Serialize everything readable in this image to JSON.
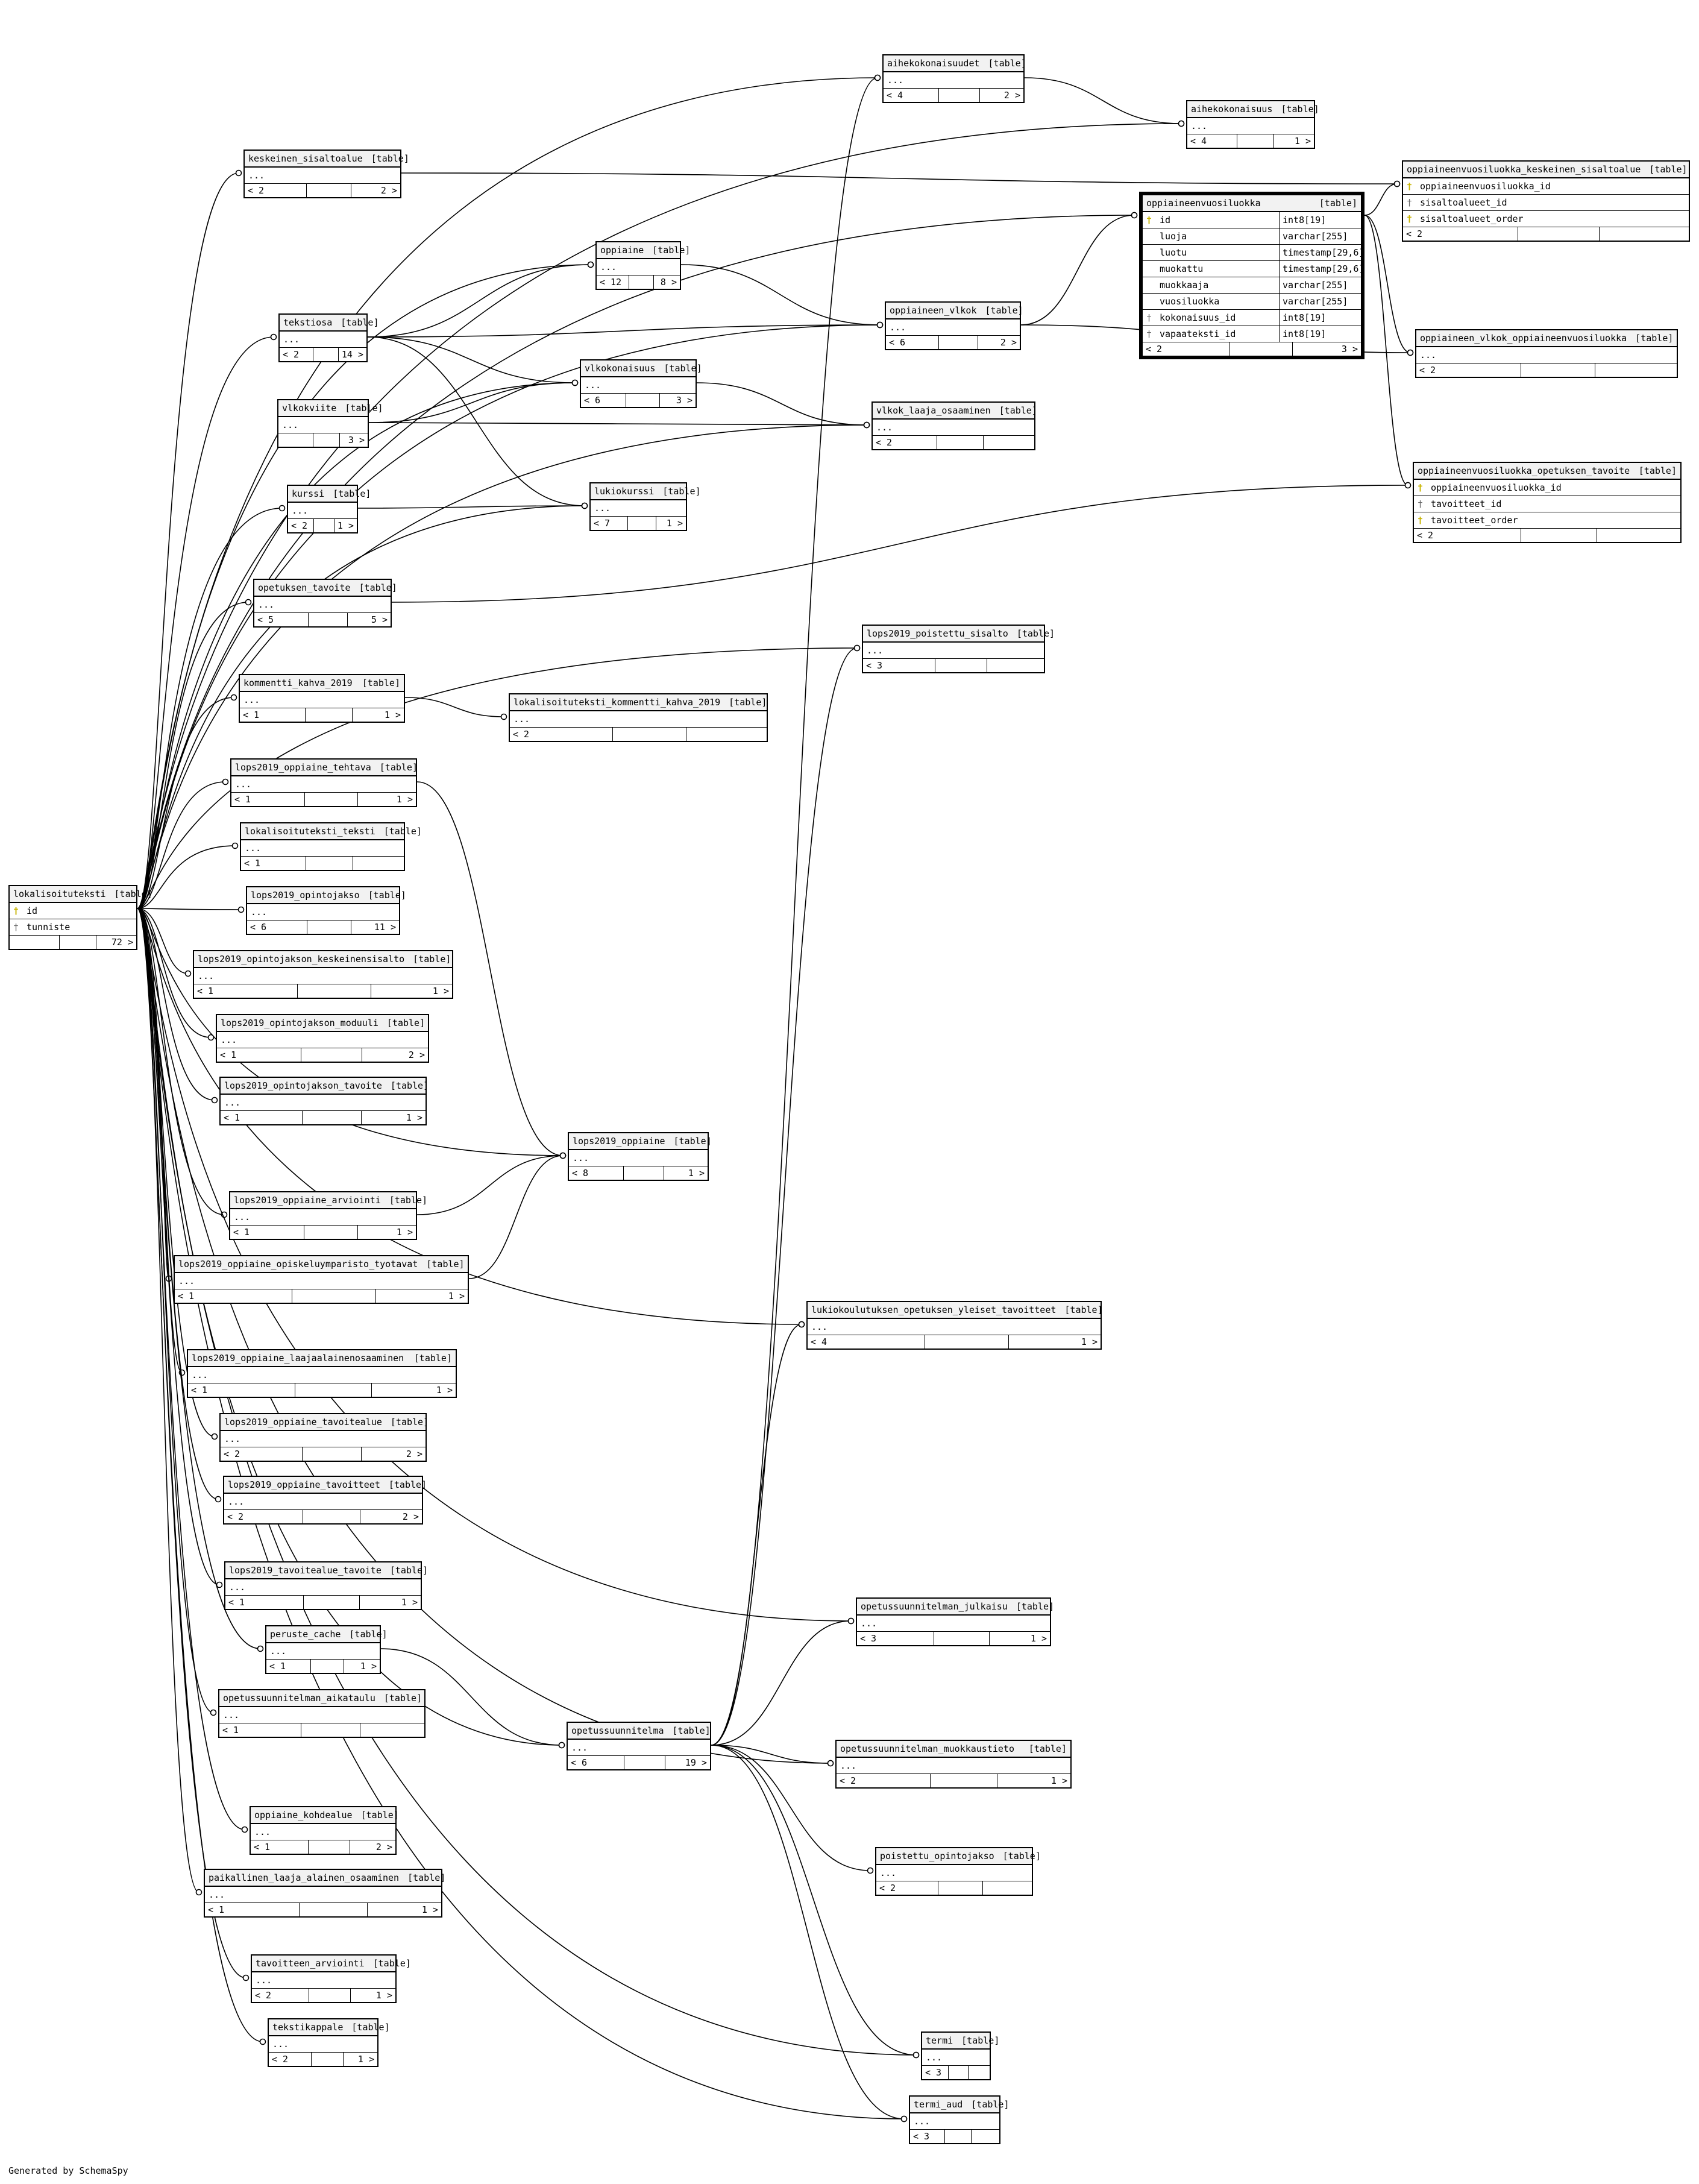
{
  "tag": "[table]",
  "ellipsis": "...",
  "footer": "Generated by SchemaSpy",
  "tables": [
    {
      "id": "aihekokonaisuudet",
      "name": "aihekokonaisuudet",
      "children": "< 4",
      "parents": "2 >"
    },
    {
      "id": "aihekokonaisuus",
      "name": "aihekokonaisuus",
      "children": "< 4",
      "parents": "1 >"
    },
    {
      "id": "keskeinen_sisaltoalue",
      "name": "keskeinen_sisaltoalue",
      "children": "< 2",
      "parents": "2 >"
    },
    {
      "id": "oppiaineenvuosiluokka_keskeinen_sisaltoalue",
      "name": "oppiaineenvuosiluokka_keskeinen_sisaltoalue",
      "children": "< 2",
      "parents": "",
      "columns": [
        {
          "name": "oppiaineenvuosiluokka_id",
          "key": "pkfk"
        },
        {
          "name": "sisaltoalueet_id",
          "key": "fk"
        },
        {
          "name": "sisaltoalueet_order",
          "key": "pk"
        }
      ]
    },
    {
      "id": "oppiaineenvuosiluokka",
      "name": "oppiaineenvuosiluokka",
      "children": "< 2",
      "parents": "3 >",
      "focus": true,
      "columns": [
        {
          "name": "id",
          "type": "int8[19]",
          "key": "pk"
        },
        {
          "name": "luoja",
          "type": "varchar[255]",
          "key": ""
        },
        {
          "name": "luotu",
          "type": "timestamp[29,6]",
          "key": ""
        },
        {
          "name": "muokattu",
          "type": "timestamp[29,6]",
          "key": ""
        },
        {
          "name": "muokkaaja",
          "type": "varchar[255]",
          "key": ""
        },
        {
          "name": "vuosiluokka",
          "type": "varchar[255]",
          "key": ""
        },
        {
          "name": "kokonaisuus_id",
          "type": "int8[19]",
          "key": "fk"
        },
        {
          "name": "vapaateksti_id",
          "type": "int8[19]",
          "key": "fk"
        }
      ]
    },
    {
      "id": "oppiaine",
      "name": "oppiaine",
      "children": "< 12",
      "parents": "8 >"
    },
    {
      "id": "tekstiosa",
      "name": "tekstiosa",
      "children": "< 2",
      "parents": "14 >"
    },
    {
      "id": "oppiaineen_vlkok",
      "name": "oppiaineen_vlkok",
      "children": "< 6",
      "parents": "2 >"
    },
    {
      "id": "oppiaineen_vlkok_oppiaineenvuosiluokka",
      "name": "oppiaineen_vlkok_oppiaineenvuosiluokka",
      "children": "< 2",
      "parents": ""
    },
    {
      "id": "vlkokonaisuus",
      "name": "vlkokonaisuus",
      "children": "< 6",
      "parents": "3 >"
    },
    {
      "id": "vlkokviite",
      "name": "vlkokviite",
      "children": "",
      "parents": "3 >"
    },
    {
      "id": "vlkok_laaja_osaaminen",
      "name": "vlkok_laaja_osaaminen",
      "children": "< 2",
      "parents": ""
    },
    {
      "id": "oppiaineenvuosiluokka_opetuksen_tavoite",
      "name": "oppiaineenvuosiluokka_opetuksen_tavoite",
      "children": "< 2",
      "parents": "",
      "columns": [
        {
          "name": "oppiaineenvuosiluokka_id",
          "key": "pkfk"
        },
        {
          "name": "tavoitteet_id",
          "key": "fk"
        },
        {
          "name": "tavoitteet_order",
          "key": "pk"
        }
      ]
    },
    {
      "id": "kurssi",
      "name": "kurssi",
      "children": "< 2",
      "parents": "1 >"
    },
    {
      "id": "lukiokurssi",
      "name": "lukiokurssi",
      "children": "< 7",
      "parents": "1 >"
    },
    {
      "id": "opetuksen_tavoite",
      "name": "opetuksen_tavoite",
      "children": "< 5",
      "parents": "5 >"
    },
    {
      "id": "lops2019_poistettu_sisalto",
      "name": "lops2019_poistettu_sisalto",
      "children": "< 3",
      "parents": ""
    },
    {
      "id": "kommentti_kahva_2019",
      "name": "kommentti_kahva_2019",
      "children": "< 1",
      "parents": "1 >"
    },
    {
      "id": "lokalisoituteksti_kommentti_kahva_2019",
      "name": "lokalisoituteksti_kommentti_kahva_2019",
      "children": "< 2",
      "parents": ""
    },
    {
      "id": "lops2019_oppiaine_tehtava",
      "name": "lops2019_oppiaine_tehtava",
      "children": "< 1",
      "parents": "1 >"
    },
    {
      "id": "lokalisoituteksti_teksti",
      "name": "lokalisoituteksti_teksti",
      "children": "< 1",
      "parents": ""
    },
    {
      "id": "lokalisoituteksti",
      "name": "lokalisoituteksti",
      "children": "",
      "parents": "72 >",
      "columns": [
        {
          "name": "id",
          "key": "pk"
        },
        {
          "name": "tunniste",
          "key": "fk"
        }
      ]
    },
    {
      "id": "lops2019_opintojakso",
      "name": "lops2019_opintojakso",
      "children": "< 6",
      "parents": "11 >"
    },
    {
      "id": "lops2019_opintojakson_keskeinensisalto",
      "name": "lops2019_opintojakson_keskeinensisalto",
      "children": "< 1",
      "parents": "1 >"
    },
    {
      "id": "lops2019_opintojakson_moduuli",
      "name": "lops2019_opintojakson_moduuli",
      "children": "< 1",
      "parents": "2 >"
    },
    {
      "id": "lops2019_opintojakson_tavoite",
      "name": "lops2019_opintojakson_tavoite",
      "children": "< 1",
      "parents": "1 >"
    },
    {
      "id": "lops2019_oppiaine",
      "name": "lops2019_oppiaine",
      "children": "< 8",
      "parents": "1 >"
    },
    {
      "id": "lops2019_oppiaine_arviointi",
      "name": "lops2019_oppiaine_arviointi",
      "children": "< 1",
      "parents": "1 >"
    },
    {
      "id": "lops2019_oppiaine_opiskeluymparisto_tyotavat",
      "name": "lops2019_oppiaine_opiskeluymparisto_tyotavat",
      "children": "< 1",
      "parents": "1 >"
    },
    {
      "id": "lukiokoulutuksen_opetuksen_yleiset_tavoitteet",
      "name": "lukiokoulutuksen_opetuksen_yleiset_tavoitteet",
      "children": "< 4",
      "parents": "1 >"
    },
    {
      "id": "lops2019_oppiaine_laajaalainenosaaminen",
      "name": "lops2019_oppiaine_laajaalainenosaaminen",
      "children": "< 1",
      "parents": "1 >"
    },
    {
      "id": "lops2019_oppiaine_tavoitealue",
      "name": "lops2019_oppiaine_tavoitealue",
      "children": "< 2",
      "parents": "2 >"
    },
    {
      "id": "lops2019_oppiaine_tavoitteet",
      "name": "lops2019_oppiaine_tavoitteet",
      "children": "< 2",
      "parents": "2 >"
    },
    {
      "id": "lops2019_tavoitealue_tavoite",
      "name": "lops2019_tavoitealue_tavoite",
      "children": "< 1",
      "parents": "1 >"
    },
    {
      "id": "opetussuunnitelman_julkaisu",
      "name": "opetussuunnitelman_julkaisu",
      "children": "< 3",
      "parents": "1 >"
    },
    {
      "id": "peruste_cache",
      "name": "peruste_cache",
      "children": "< 1",
      "parents": "1 >"
    },
    {
      "id": "opetussuunnitelman_aikataulu",
      "name": "opetussuunnitelman_aikataulu",
      "children": "< 1",
      "parents": ""
    },
    {
      "id": "opetussuunnitelma",
      "name": "opetussuunnitelma",
      "children": "< 6",
      "parents": "19 >"
    },
    {
      "id": "opetussuunnitelman_muokkaustieto",
      "name": "opetussuunnitelman_muokkaustieto",
      "children": "< 2",
      "parents": "1 >"
    },
    {
      "id": "oppiaine_kohdealue",
      "name": "oppiaine_kohdealue",
      "children": "< 1",
      "parents": "2 >"
    },
    {
      "id": "poistettu_opintojakso",
      "name": "poistettu_opintojakso",
      "children": "< 2",
      "parents": ""
    },
    {
      "id": "paikallinen_laaja_alainen_osaaminen",
      "name": "paikallinen_laaja_alainen_osaaminen",
      "children": "< 1",
      "parents": "1 >"
    },
    {
      "id": "tavoitteen_arviointi",
      "name": "tavoitteen_arviointi",
      "children": "< 2",
      "parents": "1 >"
    },
    {
      "id": "tekstikappale",
      "name": "tekstikappale",
      "children": "< 2",
      "parents": "1 >"
    },
    {
      "id": "termi",
      "name": "termi",
      "children": "< 3",
      "parents": ""
    },
    {
      "id": "termi_aud",
      "name": "termi_aud",
      "children": "< 3",
      "parents": ""
    }
  ]
}
